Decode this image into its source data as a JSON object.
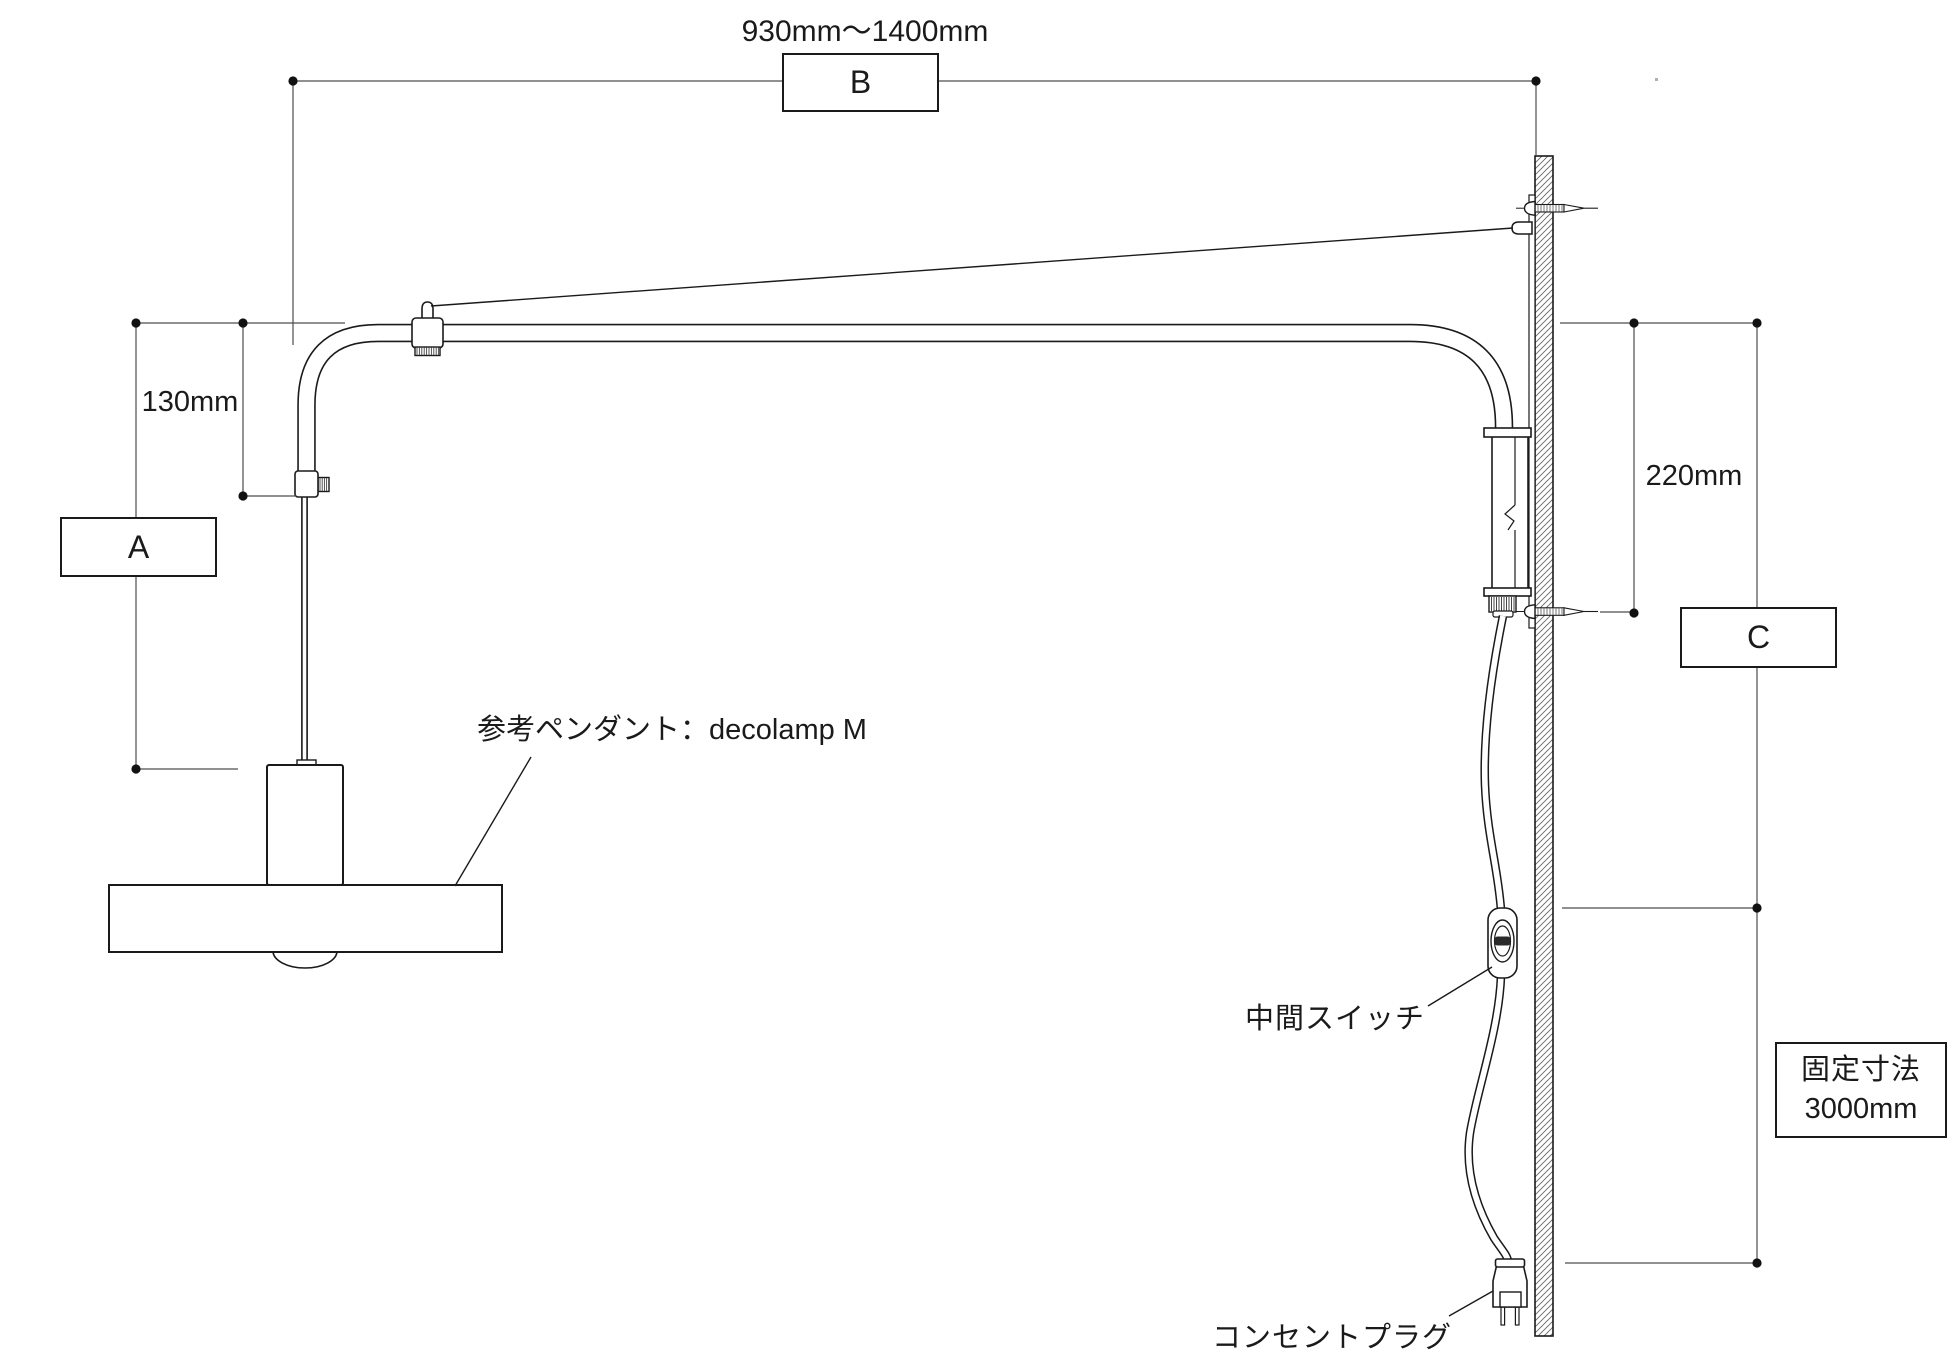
{
  "diagram": {
    "top_dimension": {
      "range": "930mm〜1400mm",
      "label": "B"
    },
    "left_dimension": {
      "offset": "130mm",
      "label": "A"
    },
    "right_dimension": {
      "offset": "220mm",
      "label": "C"
    },
    "fixed_dimension": {
      "title": "固定寸法",
      "value": "3000mm"
    },
    "annotations": {
      "pendant": "参考ペンダント：decolamp M",
      "switch": "中間スイッチ",
      "plug": "コンセントプラグ"
    },
    "colors": {
      "line": "#1a1a1a",
      "dimension": "#4d4d4d",
      "background": "#ffffff"
    }
  }
}
